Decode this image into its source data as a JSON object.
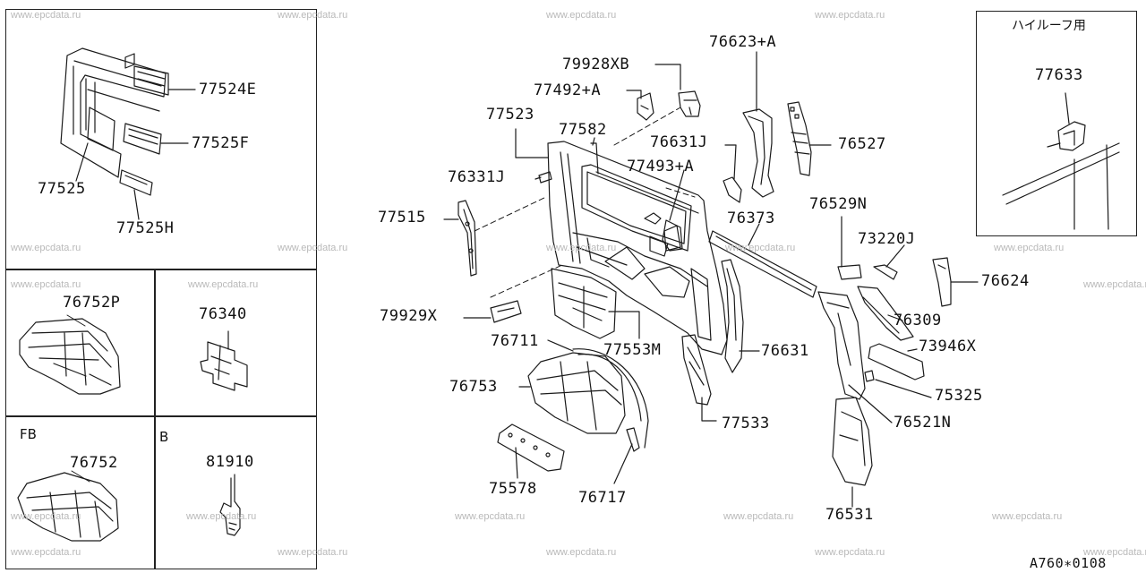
{
  "diagram": {
    "parts": {
      "p77524E": "77524E",
      "p77525F": "77525F",
      "p77525": "77525",
      "p77525H": "77525H",
      "p76752P": "76752P",
      "p76340": "76340",
      "p76752": "76752",
      "p81910": "81910",
      "p79928XB": "79928XB",
      "p76623A": "76623+A",
      "p77492A": "77492+A",
      "p77523": "77523",
      "p77582": "77582",
      "p76631J": "76631J",
      "p76527": "76527",
      "p77493A": "77493+A",
      "p76331J": "76331J",
      "p77515": "77515",
      "p76373": "76373",
      "p76529N": "76529N",
      "p73220J": "73220J",
      "p76624": "76624",
      "p79929X": "79929X",
      "p76711": "76711",
      "p77553M": "77553M",
      "p76631": "76631",
      "p76309": "76309",
      "p73946X": "73946X",
      "p76753": "76753",
      "p75325": "75325",
      "p77533": "77533",
      "p76521N": "76521N",
      "p75578": "75578",
      "p76717": "76717",
      "p76531": "76531",
      "p77633": "77633"
    },
    "variant_labels": {
      "fb": "FB",
      "b": "B",
      "high_roof": "ハイルーフ用"
    },
    "drawing_code": "A760∗0108",
    "watermark": "www.epcdata.ru"
  }
}
